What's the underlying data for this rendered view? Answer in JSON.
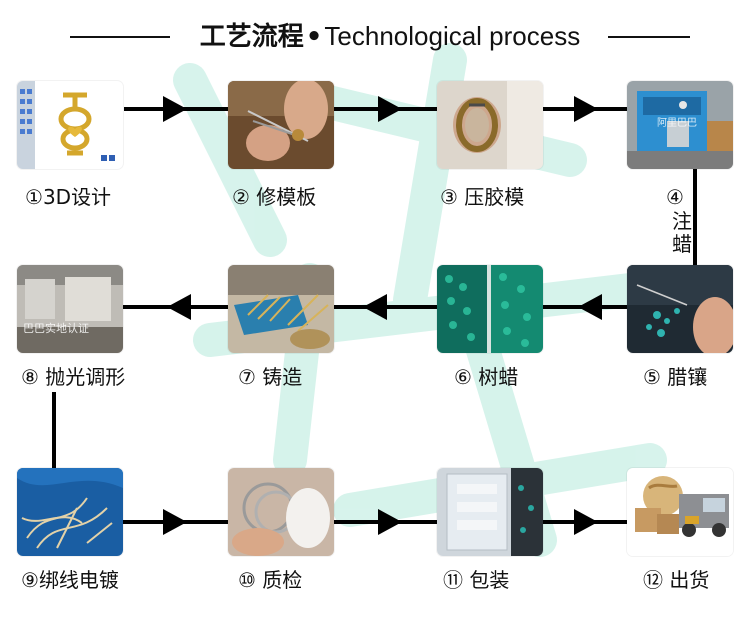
{
  "header": {
    "title_zh": "工艺流程",
    "title_dot": "•",
    "title_en": "Technological process"
  },
  "steps": [
    {
      "number": "①",
      "label": "3D设计"
    },
    {
      "number": "②",
      "label": "修模板"
    },
    {
      "number": "③",
      "label": "压胶模"
    },
    {
      "number": "④",
      "label": "注蜡"
    },
    {
      "number": "⑤",
      "label": "腊镶"
    },
    {
      "number": "⑥",
      "label": "树蜡"
    },
    {
      "number": "⑦",
      "label": "铸造"
    },
    {
      "number": "⑧",
      "label": "抛光调形"
    },
    {
      "number": "⑨",
      "label": "绑线电镀"
    },
    {
      "number": "⑩",
      "label": "质检"
    },
    {
      "number": "⑪",
      "label": "包装"
    },
    {
      "number": "⑫",
      "label": "出货"
    }
  ],
  "photo_text": {
    "step4_watermark": "阿里巴巴",
    "step8_watermark": "巴巴实地认证"
  },
  "colors": {
    "watermark": "#bfe9df",
    "arrow": "#000000",
    "line": "#000000"
  }
}
